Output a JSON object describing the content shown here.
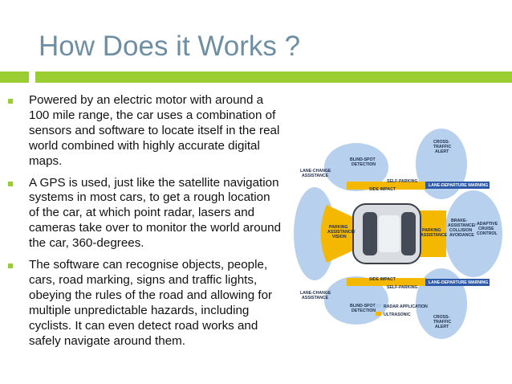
{
  "slide": {
    "title": "How Does it Works ?",
    "bullets": [
      "Powered by an electric motor with around a 100 mile range, the car uses a combination of sensors and software to locate itself in the real world combined with highly accurate digital maps.",
      "A GPS is used, just like the satellite navigation systems in most cars, to get a rough location of the car, at which point radar, lasers and cameras take over to monitor the world around the car, 360-degrees.",
      "The software can recognise objects, people, cars, road marking, signs and traffic lights, obeying the rules of the road and allowing for multiple unpredictable hazards, including cyclists. It can even detect road works and safely navigate around them."
    ]
  },
  "diagram": {
    "labels": {
      "cross_traffic_top": "CROSS-\nTRAFFIC\nALERT",
      "blind_spot_top": "BLIND-SPOT\nDETECTION",
      "lane_change_top": "LANE-CHANGE\nASSISTANCE",
      "self_parking_top": "SELF-PARKING",
      "side_impact_top": "SIDE IMPACT",
      "lane_departure_top": "LANE-DEPARTURE WARNING",
      "parking_rear": "PARKING\nASSISTANCE/\nVISION",
      "parking_front": "PARKING\nASSISTANCE",
      "brake_assist": "BRAKE-\nASSISTANCE/\nCOLLISION\nAVOIDANCE",
      "adaptive_cruise": "ADAPTIVE\nCRUISE\nCONTROL",
      "side_impact_bottom": "SIDE IMPACT",
      "self_parking_bottom": "SELF-PARKING",
      "lane_departure_bottom": "LANE-DEPARTURE WARNING",
      "lane_change_bottom": "LANE-CHANGE\nASSISTANCE",
      "blind_spot_bottom": "BLIND-SPOT\nDETECTION",
      "cross_traffic_bottom": "CROSS-\nTRAFFIC\nALERT"
    },
    "legend": [
      {
        "label": "RADAR APPLICATION",
        "color": "#a9c8ea"
      },
      {
        "label": "ULTRASONIC",
        "color": "#f5b800"
      }
    ],
    "colors": {
      "radar": "#a9c8ea",
      "ultrasonic": "#f5b800",
      "laser": "#f7d54a",
      "accent": "#9acd32"
    }
  }
}
